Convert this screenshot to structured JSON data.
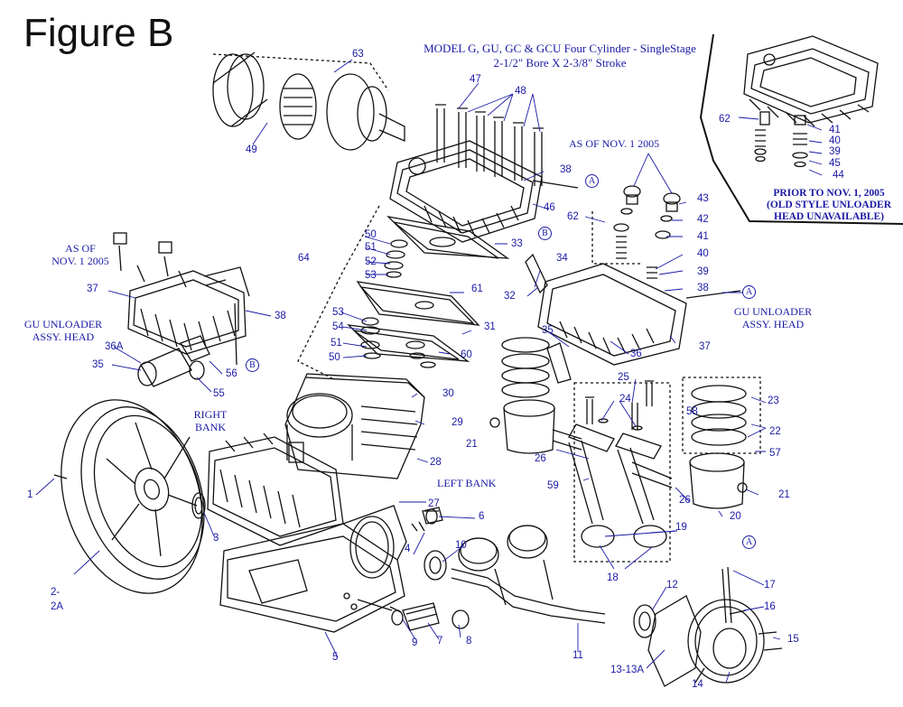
{
  "figure_title": "Figure B",
  "header": {
    "line1": "MODEL G, GU, GC & GCU Four Cylinder - SingleStage",
    "line2": "2-1/2\" Bore X 2-3/8\" Stroke"
  },
  "notes": {
    "as_of_right": "AS OF NOV. 1 2005",
    "as_of_left_1": "AS OF",
    "as_of_left_2": "NOV. 1 2005",
    "gu_unloader_left_1": "GU UNLOADER",
    "gu_unloader_left_2": "ASSY. HEAD",
    "gu_unloader_right_1": "GU UNLOADER",
    "gu_unloader_right_2": "ASSY. HEAD",
    "right_bank_1": "RIGHT",
    "right_bank_2": "BANK",
    "left_bank": "LEFT BANK",
    "prior_1": "PRIOR TO NOV. 1, 2005",
    "prior_2": "(OLD STYLE UNLOADER",
    "prior_3": "HEAD UNAVAILABLE)"
  },
  "callouts": {
    "c63": "63",
    "c49": "49",
    "c47": "47",
    "c48": "48",
    "c38a": "38",
    "c46": "46",
    "c62a": "62",
    "c41a": "41",
    "c40a": "40",
    "c39a": "39",
    "c45": "45",
    "c44": "44",
    "c43": "43",
    "c42": "42",
    "c62b": "62",
    "c41b": "41",
    "c40b": "40",
    "c39b": "39",
    "c38b": "38",
    "c33": "33",
    "c50a": "50",
    "c51a": "51",
    "c52": "52",
    "c53a": "53",
    "c61": "61",
    "c64": "64",
    "c53b": "53",
    "c54": "54",
    "c51b": "51",
    "c50b": "50",
    "c31": "31",
    "c60": "60",
    "c34": "34",
    "c32": "32",
    "c37a": "37",
    "c38c": "38",
    "c36A": "36A",
    "c35a": "35",
    "c56": "56",
    "c55": "55",
    "c37b": "37",
    "c35b": "35",
    "c36": "36",
    "c30": "30",
    "c29": "29",
    "c28": "28",
    "c27": "27",
    "c25": "25",
    "c24": "24",
    "c23": "23",
    "c58": "58",
    "c22": "22",
    "c57": "57",
    "c21a": "21",
    "c26a": "26",
    "c59": "59",
    "c26b": "26",
    "c21b": "21",
    "c20": "20",
    "c19": "19",
    "c18": "18",
    "c1": "1",
    "c2": "2-",
    "c2A": "2A",
    "c3": "3",
    "c4": "4",
    "c5": "5",
    "c6": "6",
    "c7": "7",
    "c8": "8",
    "c9": "9",
    "c10": "10",
    "c11": "11",
    "c12": "12",
    "c1313A": "13-13A",
    "c14": "14",
    "c15": "15",
    "c16": "16",
    "c17": "17"
  },
  "markers": {
    "a1": "A",
    "a2": "A",
    "a3": "A",
    "b1": "B",
    "b2": "B"
  }
}
